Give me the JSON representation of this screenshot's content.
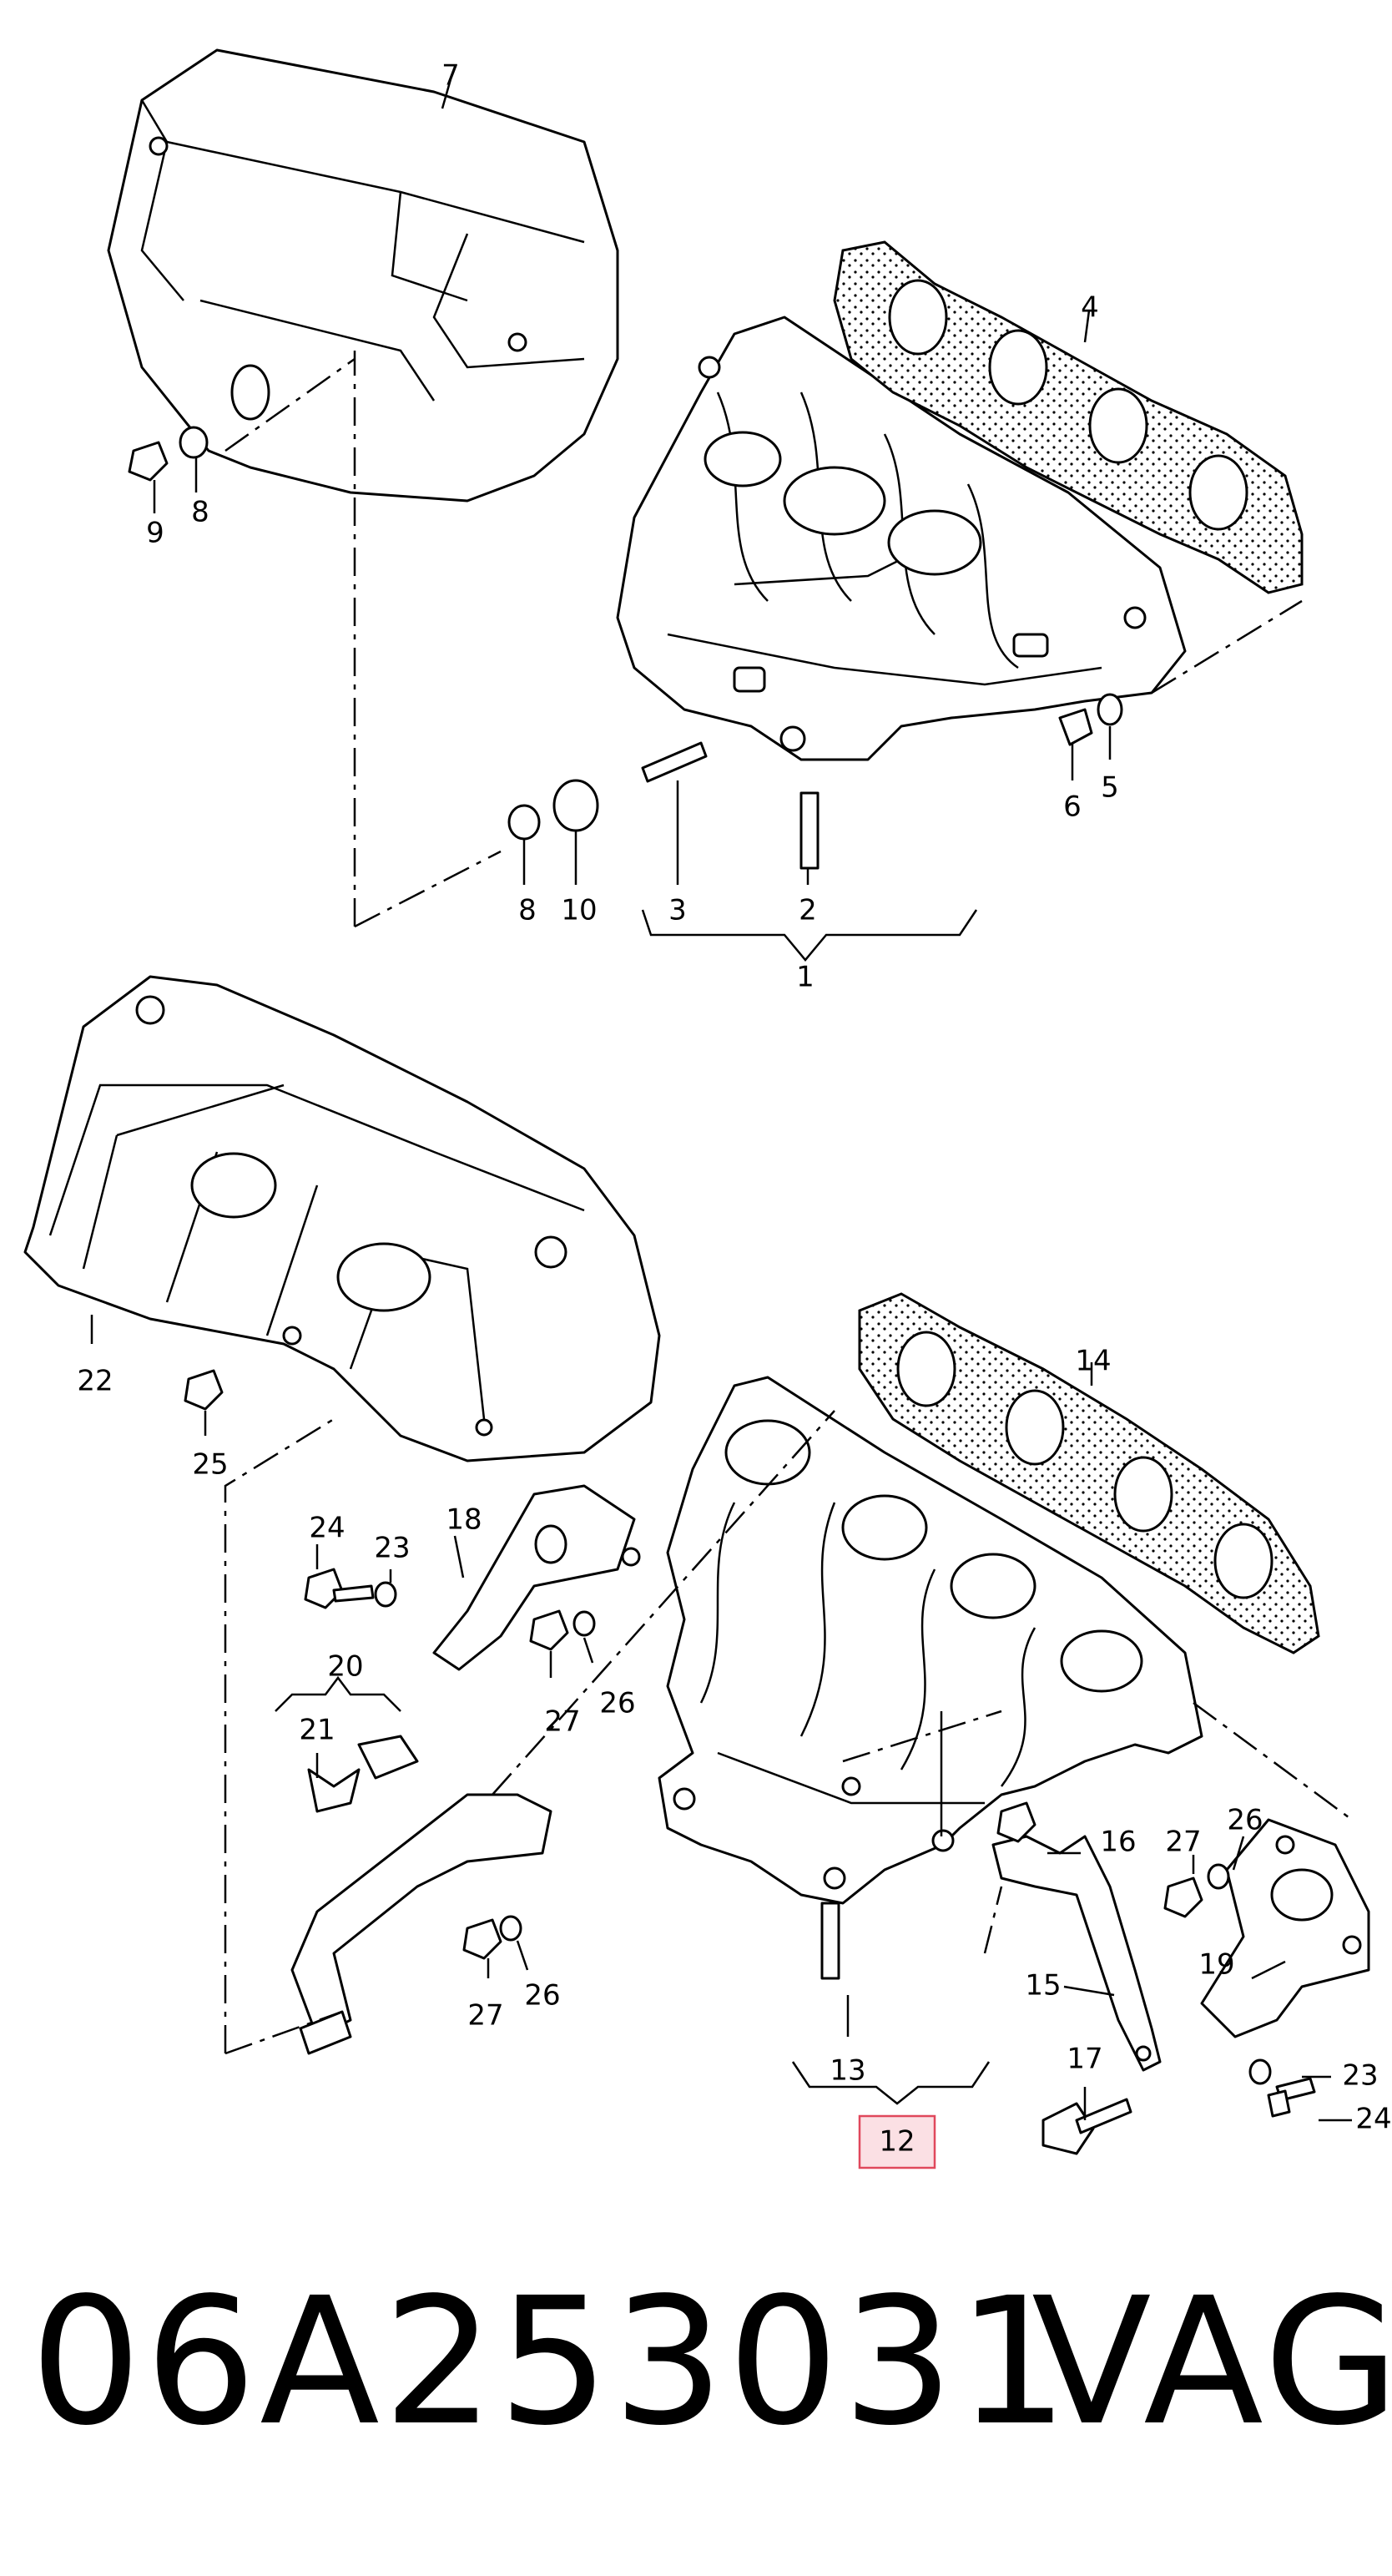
{
  "callouts": {
    "c1": "1",
    "c2": "2",
    "c3": "3",
    "c4": "4",
    "c5": "5",
    "c6": "6",
    "c7": "7",
    "c8a": "8",
    "c8b": "8",
    "c9": "9",
    "c10": "10",
    "c12": "12",
    "c13": "13",
    "c14": "14",
    "c15": "15",
    "c16": "16",
    "c17": "17",
    "c18": "18",
    "c19": "19",
    "c20": "20",
    "c21": "21",
    "c22": "22",
    "c23a": "23",
    "c23b": "23",
    "c24a": "24",
    "c24b": "24",
    "c25": "25",
    "c26a": "26",
    "c26b": "26",
    "c26c": "26",
    "c27a": "27",
    "c27b": "27",
    "c27c": "27"
  },
  "highlight": {
    "color": "#e0485c",
    "fill": "#fbe0e4",
    "callout": "12"
  },
  "footer": {
    "part_number": "06A253031",
    "brand": "VAG"
  }
}
